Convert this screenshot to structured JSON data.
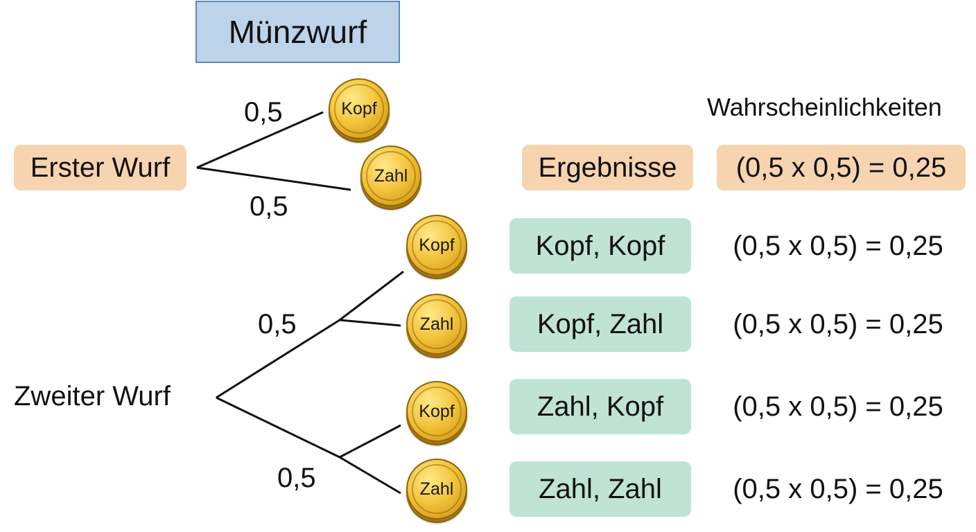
{
  "title": "Münzwurf",
  "first_throw": {
    "label": "Erster Wurf",
    "branches": [
      {
        "probability": "0,5",
        "coin": "Kopf"
      },
      {
        "probability": "0,5",
        "coin": "Zahl"
      }
    ]
  },
  "second_throw": {
    "label": "Zweiter Wurf",
    "upper_probability": "0,5",
    "lower_probability": "0,5",
    "coins": [
      "Kopf",
      "Zahl",
      "Kopf",
      "Zahl"
    ]
  },
  "results_header": "Ergebnisse",
  "probabilities_header": "Wahrscheinlichkeiten",
  "header_calc": "(0,5 x 0,5) = 0,25",
  "rows": [
    {
      "outcome": "Kopf, Kopf",
      "calc": "(0,5 x 0,5) = 0,25"
    },
    {
      "outcome": "Kopf, Zahl",
      "calc": "(0,5 x 0,5) = 0,25"
    },
    {
      "outcome": "Zahl, Kopf",
      "calc": "(0,5 x 0,5) = 0,25"
    },
    {
      "outcome": "Zahl, Zahl",
      "calc": "(0,5 x 0,5) = 0,25"
    }
  ],
  "colors": {
    "title_fill": "#bcd3ea",
    "title_border": "#5a87b5",
    "orange_label": "#f7d4b0",
    "outcome_fill": "#bfe3d4",
    "coin_gold": "#f3c53c"
  }
}
